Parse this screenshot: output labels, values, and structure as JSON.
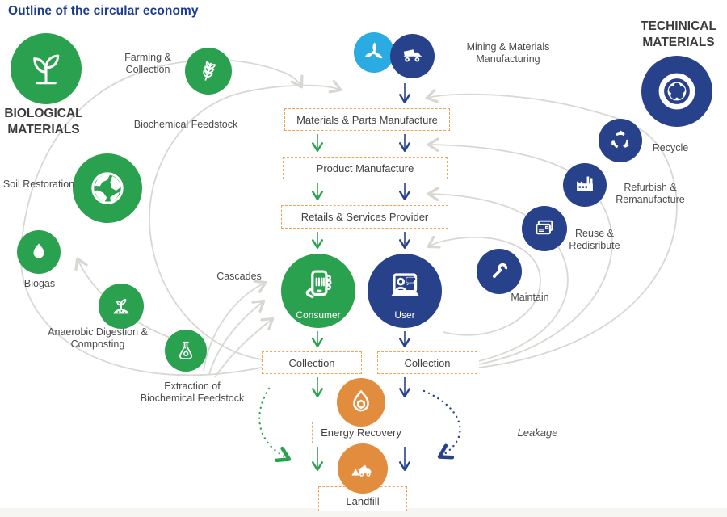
{
  "title": "Outline of the circular economy",
  "colors": {
    "green": "#2aa14e",
    "navy": "#28418b",
    "lightblue": "#2aabe2",
    "orange": "#e28d3e",
    "boxborder": "#f0a357",
    "grayline": "#d8d7d2",
    "titleblue": "#1d3c94",
    "label": "#4b4b4b"
  },
  "bio": {
    "heading": "BIOLOGICAL MATERIALS",
    "farming": "Farming & Collection",
    "biochemical": "Biochemical Feedstock",
    "soil": "Soil Restoration",
    "biogas": "Biogas",
    "anaerobic": "Anaerobic Digestion & Composting",
    "extraction": "Extraction of Biochemical Feedstock",
    "cascades": "Cascades"
  },
  "tech": {
    "heading": "TECHINICAL MATERIALS",
    "mining": "Mining & Materials Manufacturing",
    "recycle": "Recycle",
    "refurbish": "Refurbish & Remanufacture",
    "reuse": "Reuse & Redisribute",
    "maintain": "Maintain"
  },
  "flow": {
    "materials": "Materials & Parts Manufacture",
    "product": "Product Manufacture",
    "retails": "Retails & Services Provider",
    "consumer": "Consumer",
    "user": "User",
    "collection_left": "Collection",
    "collection_right": "Collection",
    "energy": "Energy Recovery",
    "landfill": "Landfill",
    "leakage": "Leakage"
  },
  "icons": [
    "seedling-icon",
    "wheat-icon",
    "globe-icon",
    "flame-icon",
    "sprout-compost-icon",
    "flask-icon",
    "wind-turbine-icon",
    "dump-truck-icon",
    "tire-icon",
    "recycle-icon",
    "factory-icon",
    "cards-icon",
    "wrench-icon",
    "phone-in-hand-icon",
    "laptop-user-icon",
    "energy-flame-icon",
    "landfill-truck-icon"
  ]
}
